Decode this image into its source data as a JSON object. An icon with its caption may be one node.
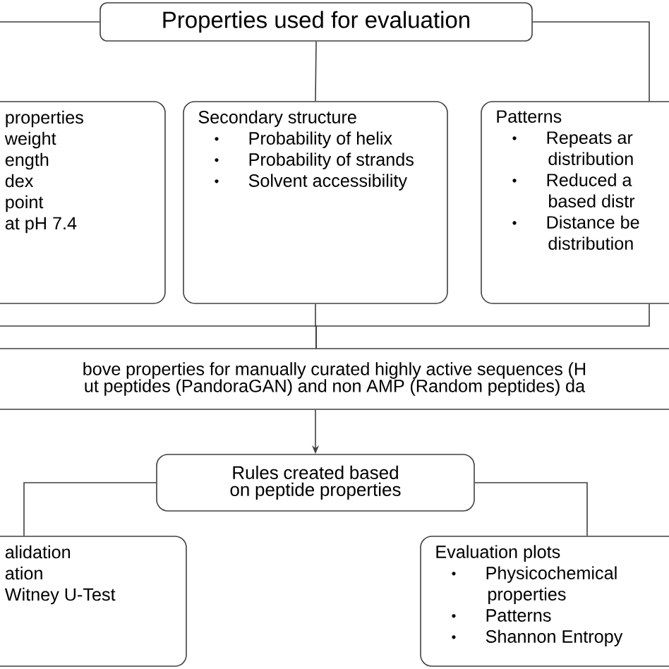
{
  "diagram": {
    "nodes": [
      {
        "text": [
          "Properties used for evaluation"
        ]
      },
      {
        "text": [
          "properties",
          "weight",
          "ength",
          "dex",
          "point",
          "at pH 7.4"
        ]
      },
      {
        "text": [
          "Secondary structure",
          "Probability of helix",
          "Probability of strands",
          "Solvent accessibility"
        ]
      },
      {
        "text": [
          "Patterns",
          "Repeats ar distribution",
          "Reduced a based distr",
          "Distance be distribution"
        ]
      },
      {
        "text": [
          "bove properties for manually curated highly active sequences (H ut peptides (PandoraGAN) and non AMP (Random peptides) da"
        ]
      },
      {
        "text": [
          "Rules created based on peptide properties"
        ]
      },
      {
        "text": [
          "alidation",
          "ation",
          "Witney U-Test"
        ]
      },
      {
        "text": [
          "Evaluation plots",
          "Physicochemical properties",
          "Patterns",
          "Shannon Entropy"
        ]
      }
    ],
    "edges": [
      {
        "from": 0,
        "to": 1,
        "arrow": "none"
      },
      {
        "from": 0,
        "to": 2,
        "arrow": "none"
      },
      {
        "from": 0,
        "to": 3,
        "arrow": "none"
      },
      {
        "from": 1,
        "to": 4,
        "arrow": "none"
      },
      {
        "from": 2,
        "to": 4,
        "arrow": "none"
      },
      {
        "from": 3,
        "to": 4,
        "arrow": "none"
      },
      {
        "from": 4,
        "to": 5,
        "arrow": "to"
      },
      {
        "from": 5,
        "to": 6,
        "arrow": "none"
      },
      {
        "from": 5,
        "to": 7,
        "arrow": "none"
      }
    ]
  }
}
